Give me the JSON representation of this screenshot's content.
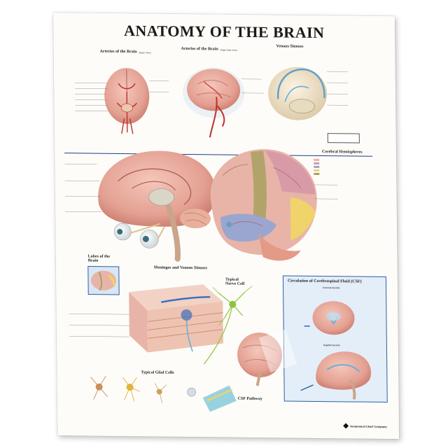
{
  "poster": {
    "title": "ANATOMY OF THE BRAIN",
    "sections": {
      "arteries_base": "Arteries of the Brain",
      "arteries_base_sub": "(Base View)",
      "arteries_right": "Arteries of the Brain",
      "arteries_right_sub": "(Right Side View)",
      "venous_sinuses": "Venous Sinuses",
      "cerebral_hemispheres": "Cerebral Hemispheres",
      "lobes": "Lobes of the Brain",
      "meninges": "Meninges and Venous Sinuses",
      "nerve_cell": "Typical Nerve Cell",
      "glial_cells": "Typical Glial Cells",
      "csf_circulation": "Circulation of Cerebrospinal Fluid (CSF)",
      "coronal": "Coronal Section",
      "sagittal": "Sagittal Section",
      "csf_pathway": "CSF Pathway"
    },
    "publisher": "Anatomical Chart Company"
  },
  "colors": {
    "brain_pink": "#e8a79a",
    "brain_dark": "#c97a6d",
    "artery_red": "#c0302a",
    "vein_blue": "#3a6fb8",
    "rule_blue": "#1e3f82",
    "panel_bg": "#e4eef8",
    "frontal": "#e8b4a8",
    "parietal": "#d99aa8",
    "temporal": "#9aa6cf",
    "occipital": "#f0d36a",
    "motor": "#a8a060"
  },
  "icons": [
    "brain-illustration",
    "eyeball-illustration",
    "neuron-illustration",
    "glial-cell-illustration",
    "publisher-logo-icon"
  ]
}
